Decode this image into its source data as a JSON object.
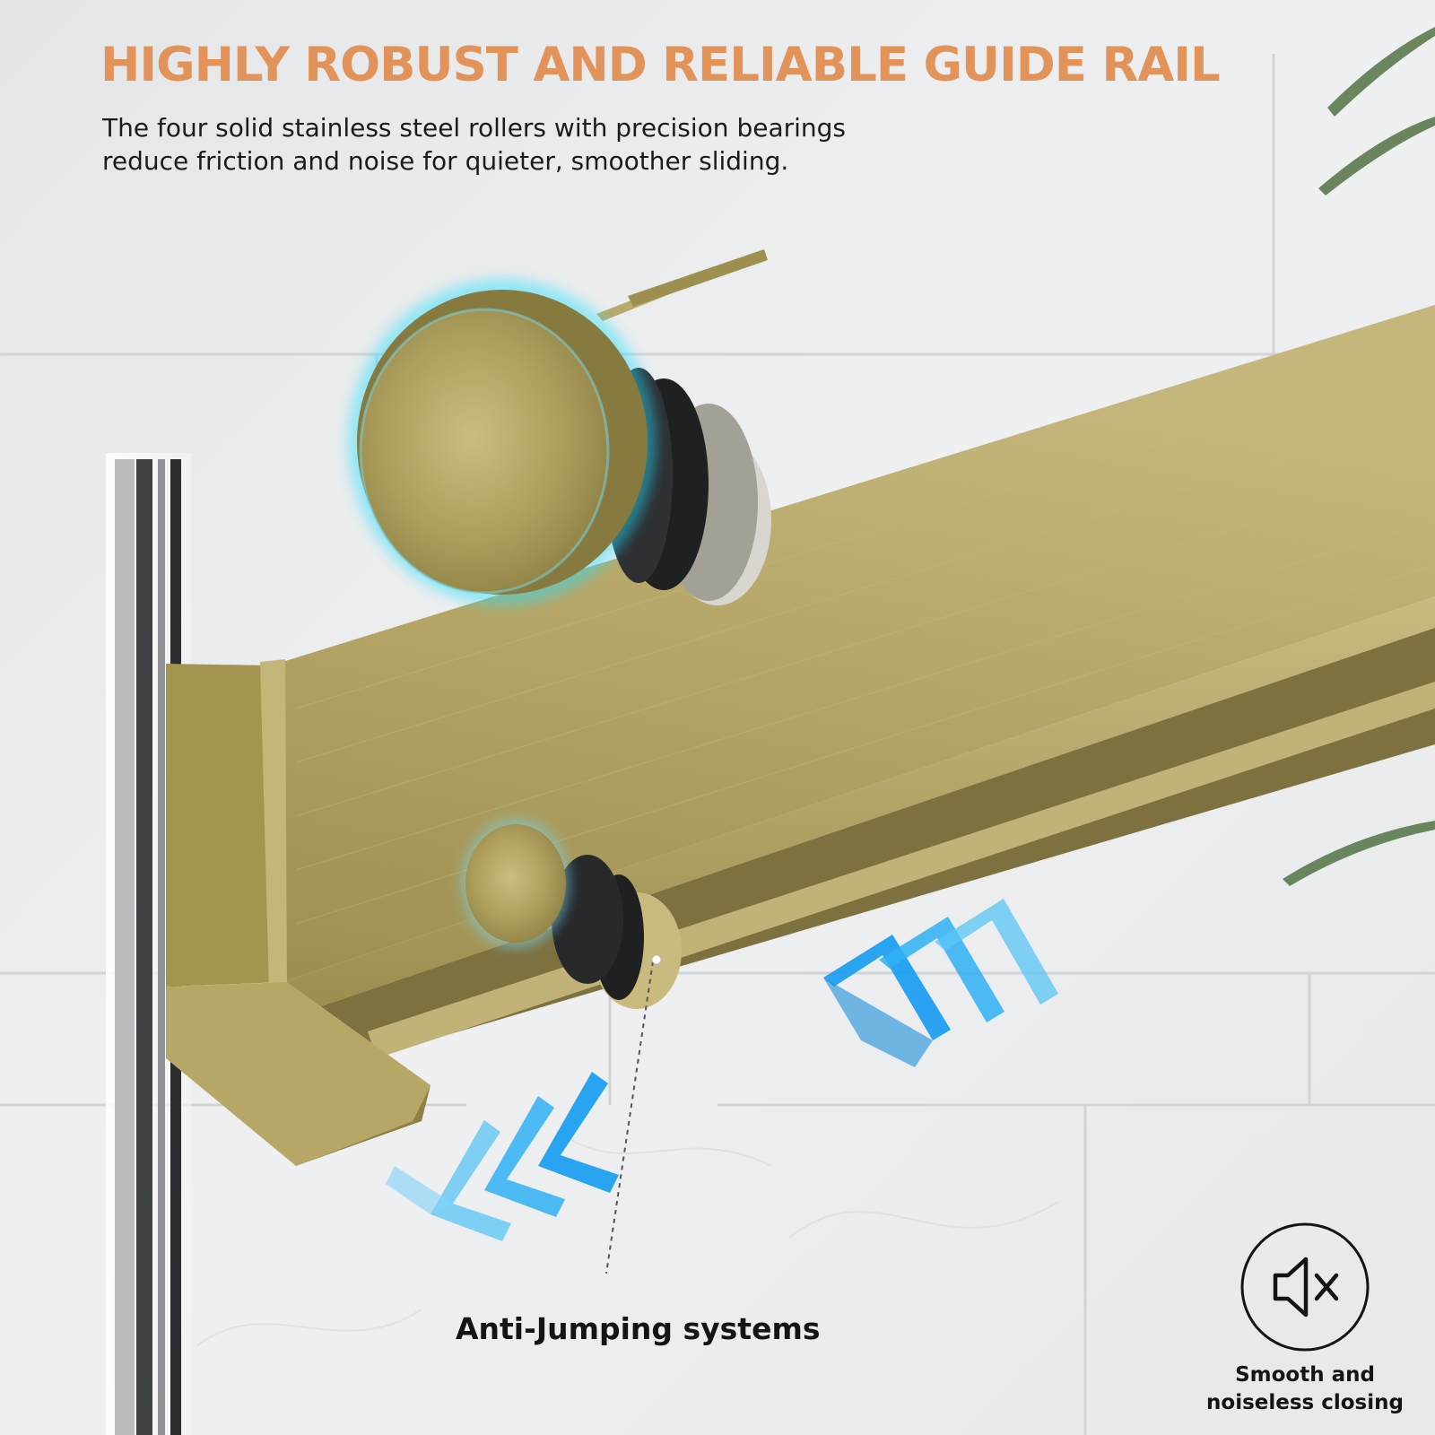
{
  "headline": "HIGHLY ROBUST AND RELIABLE GUIDE RAIL",
  "description": [
    "The four solid stainless steel rollers with precision bearings",
    "reduce friction and noise for quieter, smoother sliding."
  ],
  "callout": "Anti-Jumping systems",
  "badge": {
    "icon": "speaker-muted-icon",
    "caption": [
      "Smooth and",
      "noiseless closing"
    ]
  },
  "colors": {
    "headline": "#e2935a",
    "brass": "#b5a566",
    "arrow_blue": "#1e9ef0",
    "text": "#141414"
  }
}
